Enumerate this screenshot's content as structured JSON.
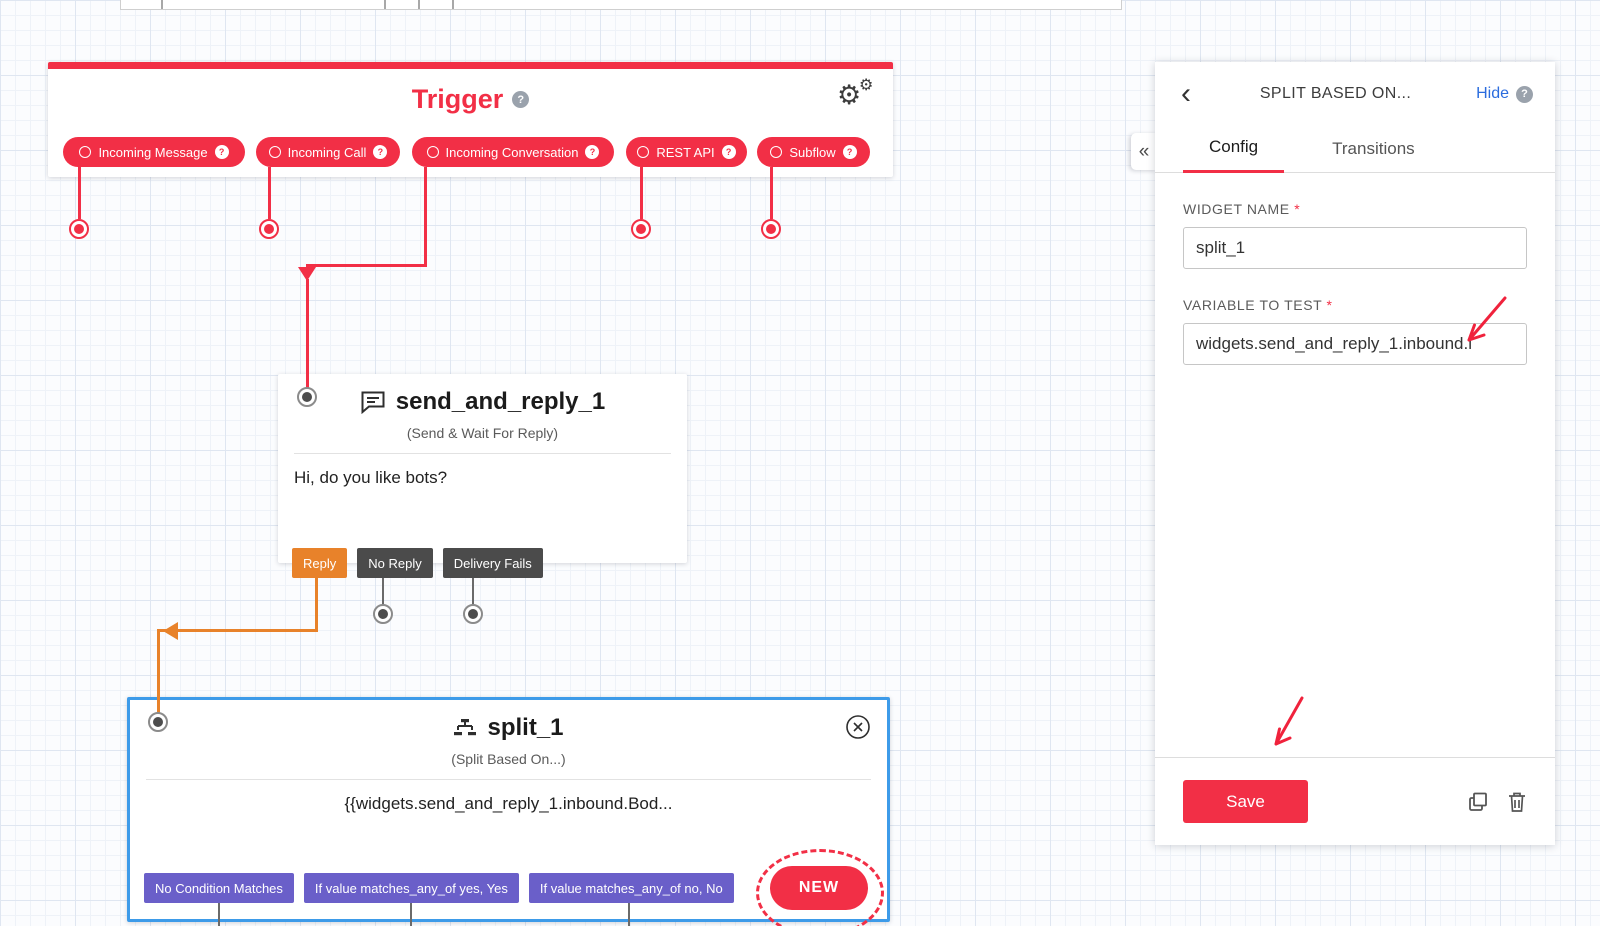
{
  "colors": {
    "red": "#F22F46",
    "orange": "#E8822A",
    "purple": "#6A5FC9",
    "selection_blue": "#3D9BE9",
    "link_blue": "#2B6CDE"
  },
  "canvas": {
    "trigger": {
      "title": "Trigger",
      "pills": [
        {
          "label": "Incoming Message"
        },
        {
          "label": "Incoming Call"
        },
        {
          "label": "Incoming Conversation"
        },
        {
          "label": "REST API"
        },
        {
          "label": "Subflow"
        }
      ]
    },
    "send_widget": {
      "title": "send_and_reply_1",
      "type": "(Send & Wait For Reply)",
      "body": "Hi, do you like bots?",
      "transitions": [
        {
          "label": "Reply"
        },
        {
          "label": "No Reply"
        },
        {
          "label": "Delivery Fails"
        }
      ]
    },
    "split_widget": {
      "title": "split_1",
      "type": "(Split Based On...)",
      "body": "{{widgets.send_and_reply_1.inbound.Bod...",
      "transitions": [
        {
          "label": "No Condition Matches"
        },
        {
          "label": "If value matches_any_of yes, Yes"
        },
        {
          "label": "If value matches_any_of no, No"
        }
      ],
      "new_label": "NEW"
    }
  },
  "panel": {
    "back_icon": "‹",
    "collapse_icon": "«",
    "title": "SPLIT BASED ON...",
    "hide_label": "Hide",
    "tabs": [
      {
        "label": "Config"
      },
      {
        "label": "Transitions"
      }
    ],
    "fields": [
      {
        "label": "WIDGET NAME",
        "required": "*",
        "value": "split_1"
      },
      {
        "label": "VARIABLE TO TEST",
        "required": "*",
        "value": "widgets.send_and_reply_1.inbound.l"
      }
    ],
    "save_label": "Save"
  },
  "icons": {
    "help": "?",
    "gear": "⚙"
  }
}
